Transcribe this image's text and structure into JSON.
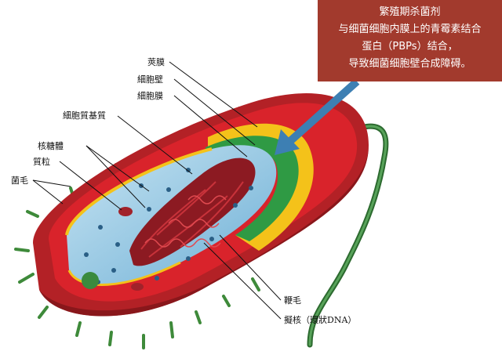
{
  "labels": {
    "capsule": "莢膜",
    "cell_wall": "細胞壁",
    "cell_membrane": "細胞膜",
    "cytoplasm": "細胞質基質",
    "ribosome": "核糖體",
    "plasmid": "質粒",
    "pili": "菌毛",
    "flagellum": "鞭毛",
    "nucleoid": "擬核（環狀DNA）"
  },
  "callout": {
    "line1": "繁殖期杀菌剂",
    "line2": "与细菌细胞内膜上的青霉素结合",
    "line3": "蛋白（PBPs）结合，",
    "line4": "导致细菌细胞壁合成障碍。"
  },
  "colors": {
    "capsule": "#b32126",
    "cell_wall_red": "#d9232b",
    "cell_wall_yellow": "#f4c21a",
    "membrane_green": "#2f9a44",
    "cytoplasm": "#9ccde6",
    "dna": "#8c1a22",
    "callout_bg": "#a23a2d",
    "arrow": "#3d7fb3",
    "flagellum": "#2c6a2f"
  }
}
